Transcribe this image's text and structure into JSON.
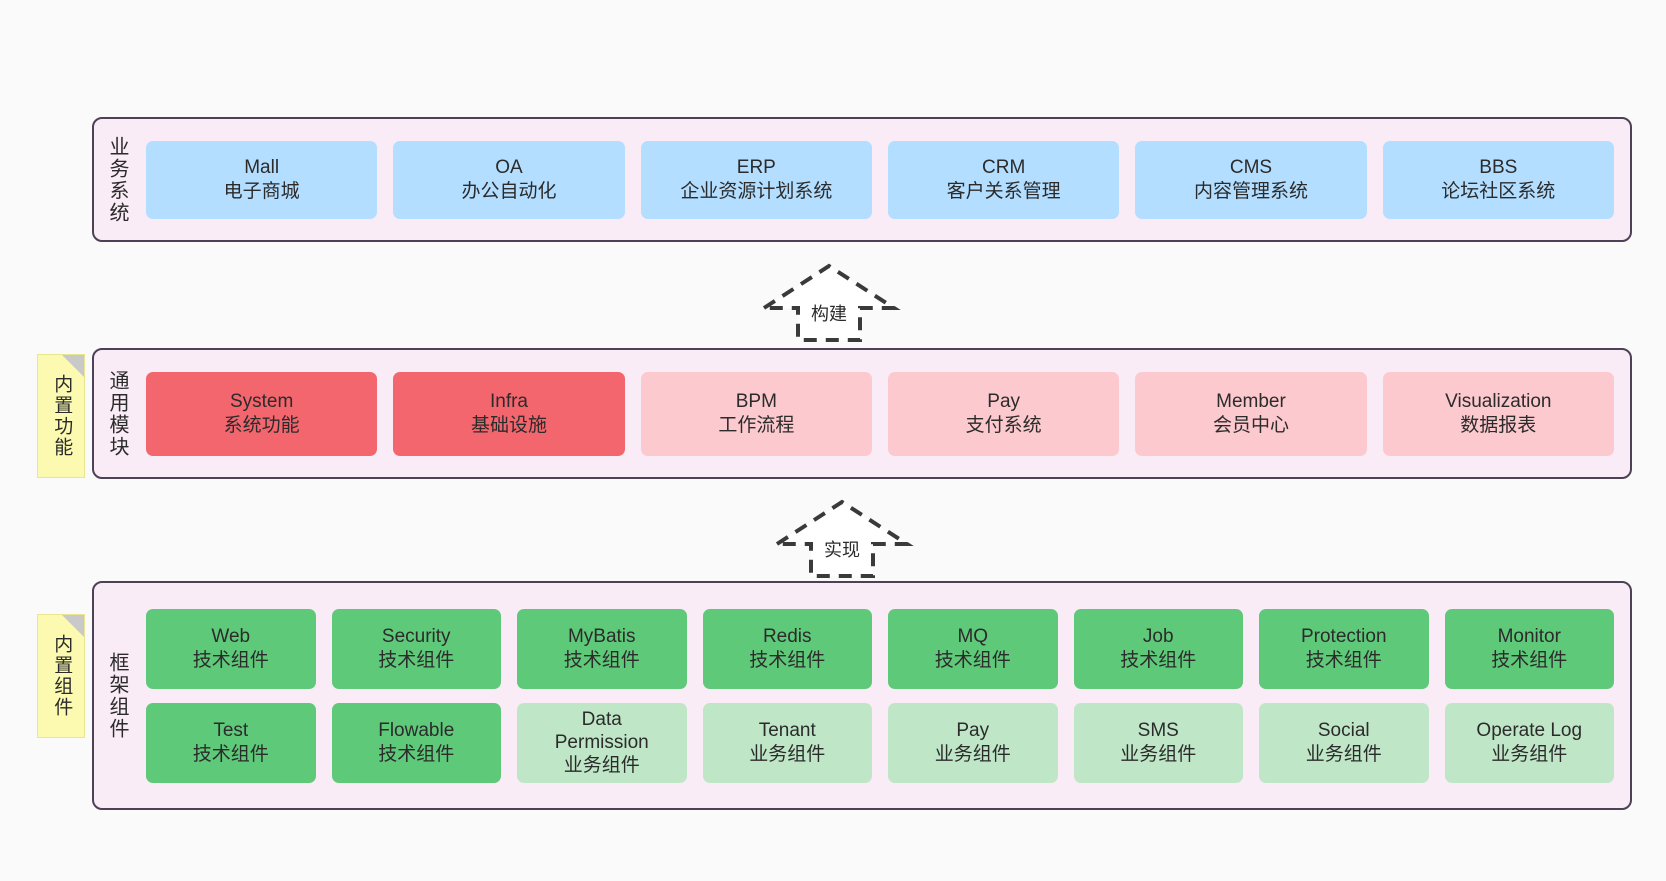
{
  "diagram": {
    "title_hidden": "",
    "colors": {
      "panel_bg": "#f9ecf6",
      "panel_border": "#4c4155",
      "blue": "#b3deff",
      "red": "#f4666e",
      "pink": "#fcc9ce",
      "green": "#5fc97a",
      "light_green": "#bfe7c7",
      "note_yellow": "#fbfab0",
      "canvas": "#fafafa"
    }
  },
  "layers": [
    {
      "id": "business-system",
      "title": "业务系统",
      "cards": [
        {
          "name": "Mall",
          "desc": "电子商城",
          "tone": "blue"
        },
        {
          "name": "OA",
          "desc": "办公自动化",
          "tone": "blue"
        },
        {
          "name": "ERP",
          "desc": "企业资源计划系统",
          "tone": "blue"
        },
        {
          "name": "CRM",
          "desc": "客户关系管理",
          "tone": "blue"
        },
        {
          "name": "CMS",
          "desc": "内容管理系统",
          "tone": "blue"
        },
        {
          "name": "BBS",
          "desc": "论坛社区系统",
          "tone": "blue"
        }
      ]
    },
    {
      "id": "common-module",
      "title": "通用模块",
      "note": "内置功能",
      "cards": [
        {
          "name": "System",
          "desc": "系统功能",
          "tone": "red"
        },
        {
          "name": "Infra",
          "desc": "基础设施",
          "tone": "red"
        },
        {
          "name": "BPM",
          "desc": "工作流程",
          "tone": "pink"
        },
        {
          "name": "Pay",
          "desc": "支付系统",
          "tone": "pink"
        },
        {
          "name": "Member",
          "desc": "会员中心",
          "tone": "pink"
        },
        {
          "name": "Visualization",
          "desc": "数据报表",
          "tone": "pink"
        }
      ]
    },
    {
      "id": "framework-component",
      "title": "框架组件",
      "note": "内置组件",
      "rows": [
        [
          {
            "name": "Web",
            "desc": "技术组件",
            "tone": "green"
          },
          {
            "name": "Security",
            "desc": "技术组件",
            "tone": "green"
          },
          {
            "name": "MyBatis",
            "desc": "技术组件",
            "tone": "green"
          },
          {
            "name": "Redis",
            "desc": "技术组件",
            "tone": "green"
          },
          {
            "name": "MQ",
            "desc": "技术组件",
            "tone": "green"
          },
          {
            "name": "Job",
            "desc": "技术组件",
            "tone": "green"
          },
          {
            "name": "Protection",
            "desc": "技术组件",
            "tone": "green"
          },
          {
            "name": "Monitor",
            "desc": "技术组件",
            "tone": "green"
          }
        ],
        [
          {
            "name": "Test",
            "desc": "技术组件",
            "tone": "green"
          },
          {
            "name": "Flowable",
            "desc": "技术组件",
            "tone": "green"
          },
          {
            "name": "Data Permission",
            "desc": "业务组件",
            "tone": "light_green"
          },
          {
            "name": "Tenant",
            "desc": "业务组件",
            "tone": "light_green"
          },
          {
            "name": "Pay",
            "desc": "业务组件",
            "tone": "light_green"
          },
          {
            "name": "SMS",
            "desc": "业务组件",
            "tone": "light_green"
          },
          {
            "name": "Social",
            "desc": "业务组件",
            "tone": "light_green"
          },
          {
            "name": "Operate Log",
            "desc": "业务组件",
            "tone": "light_green"
          }
        ]
      ]
    }
  ],
  "connectors": [
    {
      "id": "build",
      "label": "构建",
      "direction": "up"
    },
    {
      "id": "implement",
      "label": "实现",
      "direction": "up"
    }
  ]
}
